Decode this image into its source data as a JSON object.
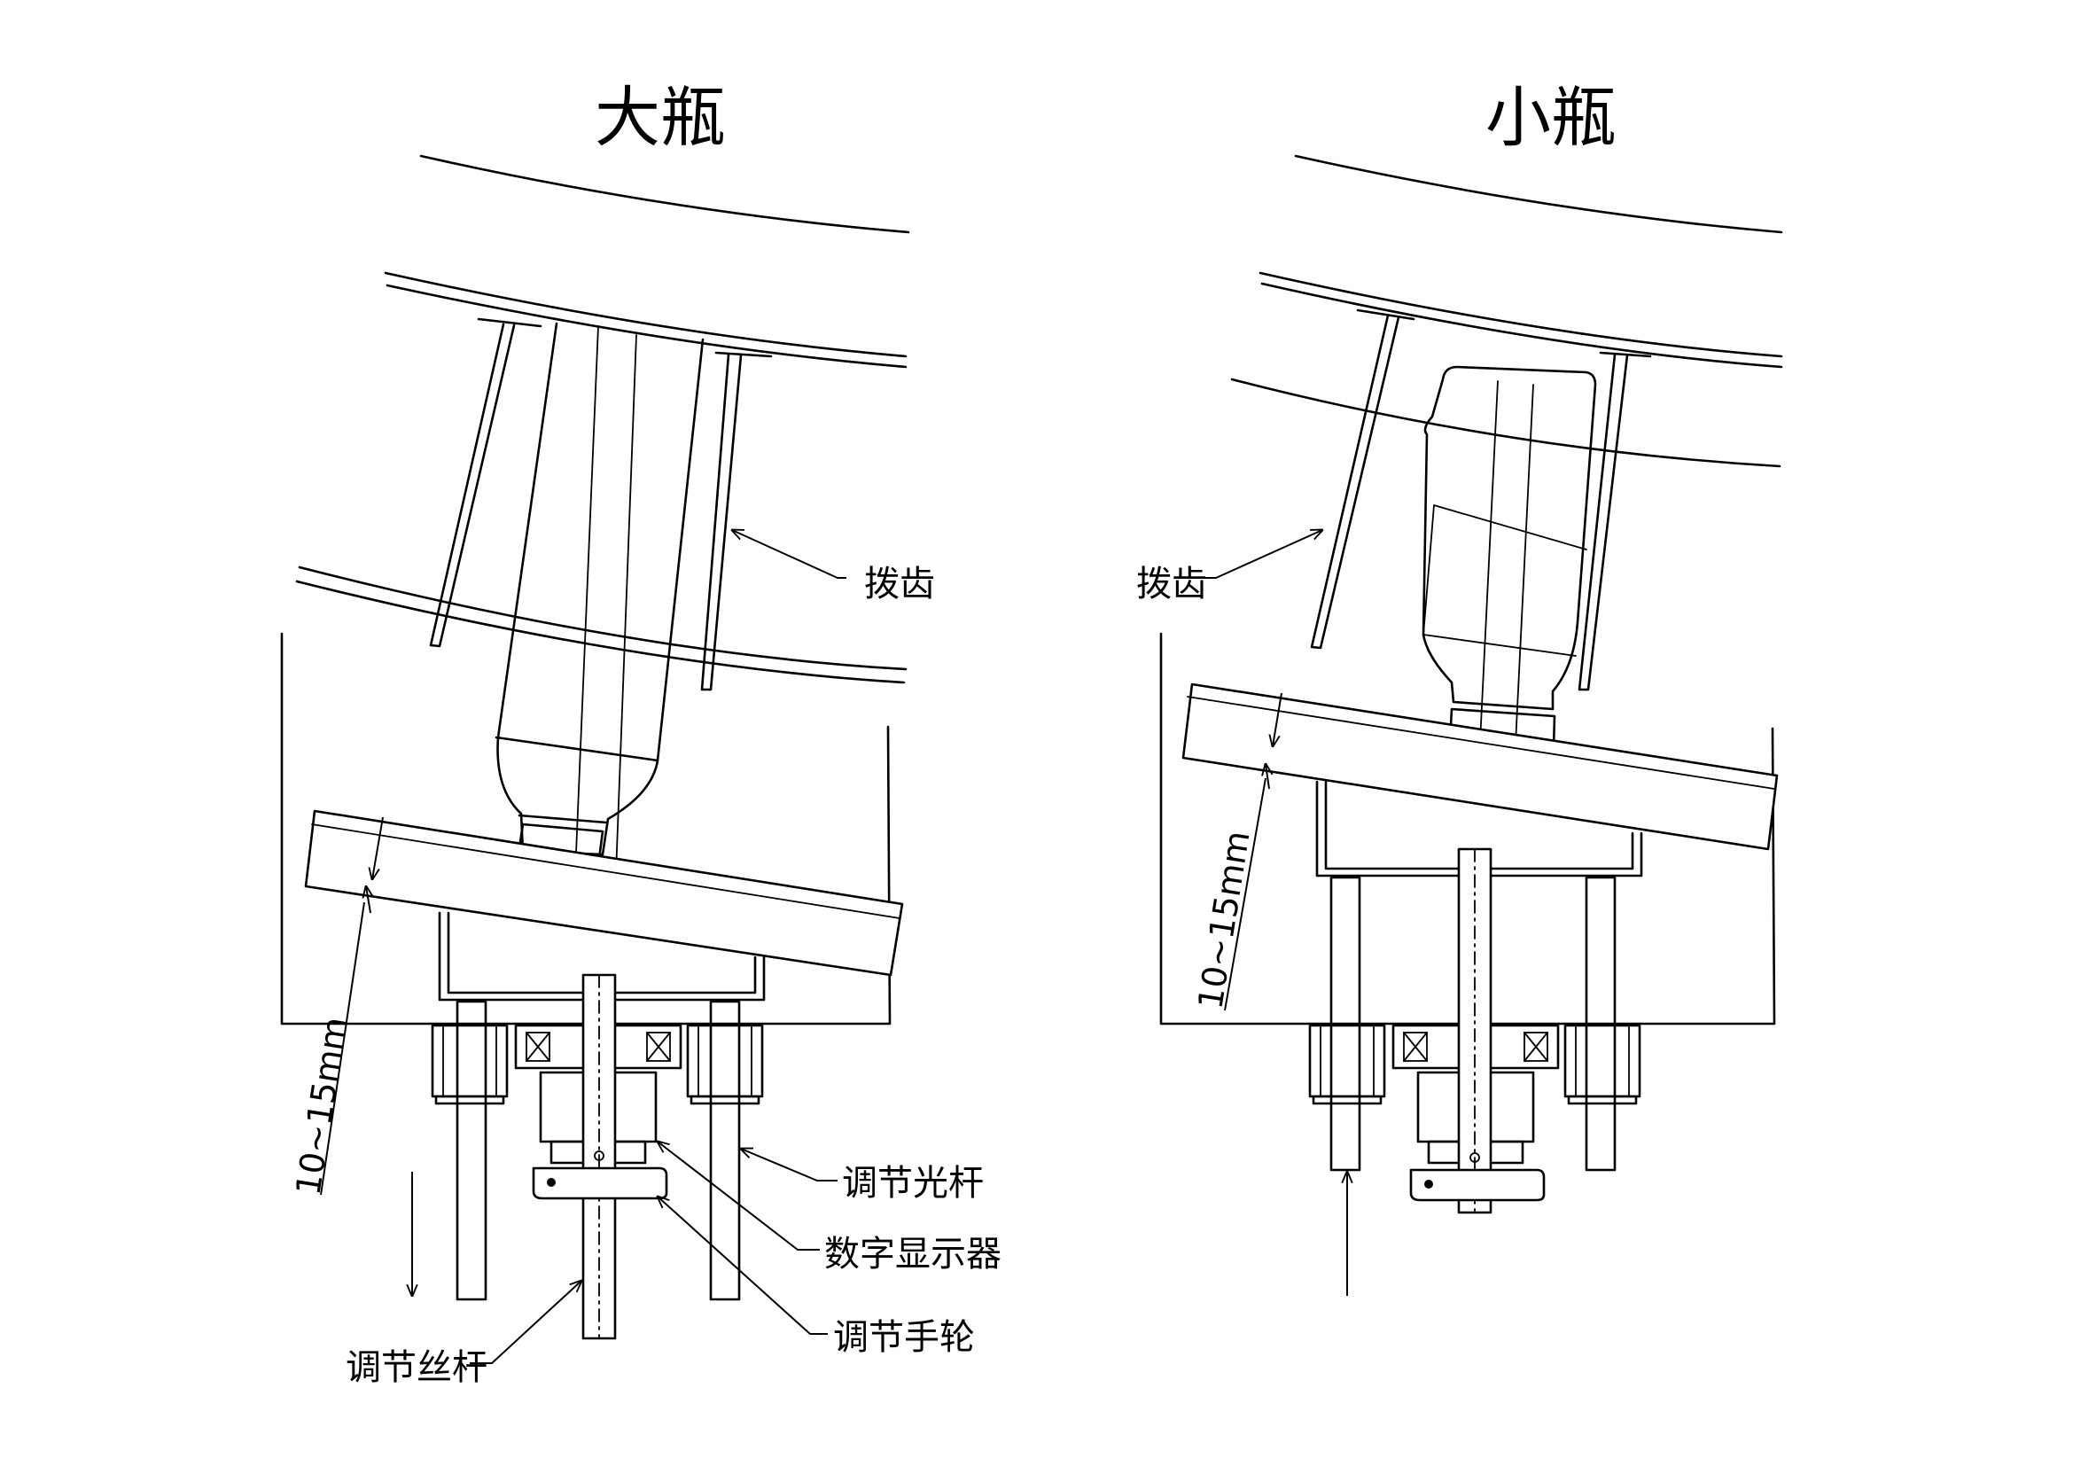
{
  "left_view": {
    "title": "大瓶",
    "labels": {
      "finger": "拨齿",
      "guide_rod": "调节光杆",
      "digital_display": "数字显示器",
      "handwheel": "调节手轮",
      "lead_screw": "调节丝杆"
    },
    "dimension": "10~15mm",
    "adjust_direction": "down"
  },
  "right_view": {
    "title": "小瓶",
    "labels": {
      "finger": "拨齿"
    },
    "dimension": "10~15mm",
    "adjust_direction": "up"
  }
}
